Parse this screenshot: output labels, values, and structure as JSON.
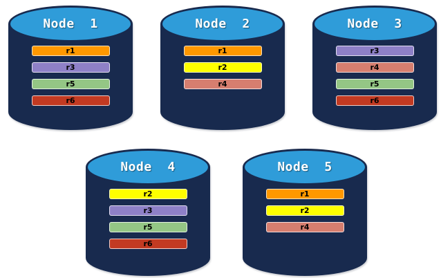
{
  "diagram": {
    "background": "#FFFFFF",
    "cylinder_body_color": "#182A4E",
    "cylinder_top_color": "#2F9CD9",
    "title_text_color": "#FFFFFF",
    "bar_text_color": "#000000"
  },
  "replica_colors": {
    "r1": "#FF9800",
    "r2": "#FFFF00",
    "r3": "#8E80C7",
    "r4": "#D67E6F",
    "r5": "#94C685",
    "r6": "#C23A22"
  },
  "rows": [
    {
      "nodes": [
        {
          "label": "Node  1",
          "replicas": [
            "r1",
            "r3",
            "r5",
            "r6"
          ]
        },
        {
          "label": "Node  2",
          "replicas": [
            "r1",
            "r2",
            "r4"
          ]
        },
        {
          "label": "Node  3",
          "replicas": [
            "r3",
            "r4",
            "r5",
            "r6"
          ]
        }
      ]
    },
    {
      "nodes": [
        {
          "label": "Node  4",
          "replicas": [
            "r2",
            "r3",
            "r5",
            "r6"
          ]
        },
        {
          "label": "Node  5",
          "replicas": [
            "r1",
            "r2",
            "r4"
          ]
        }
      ]
    }
  ]
}
